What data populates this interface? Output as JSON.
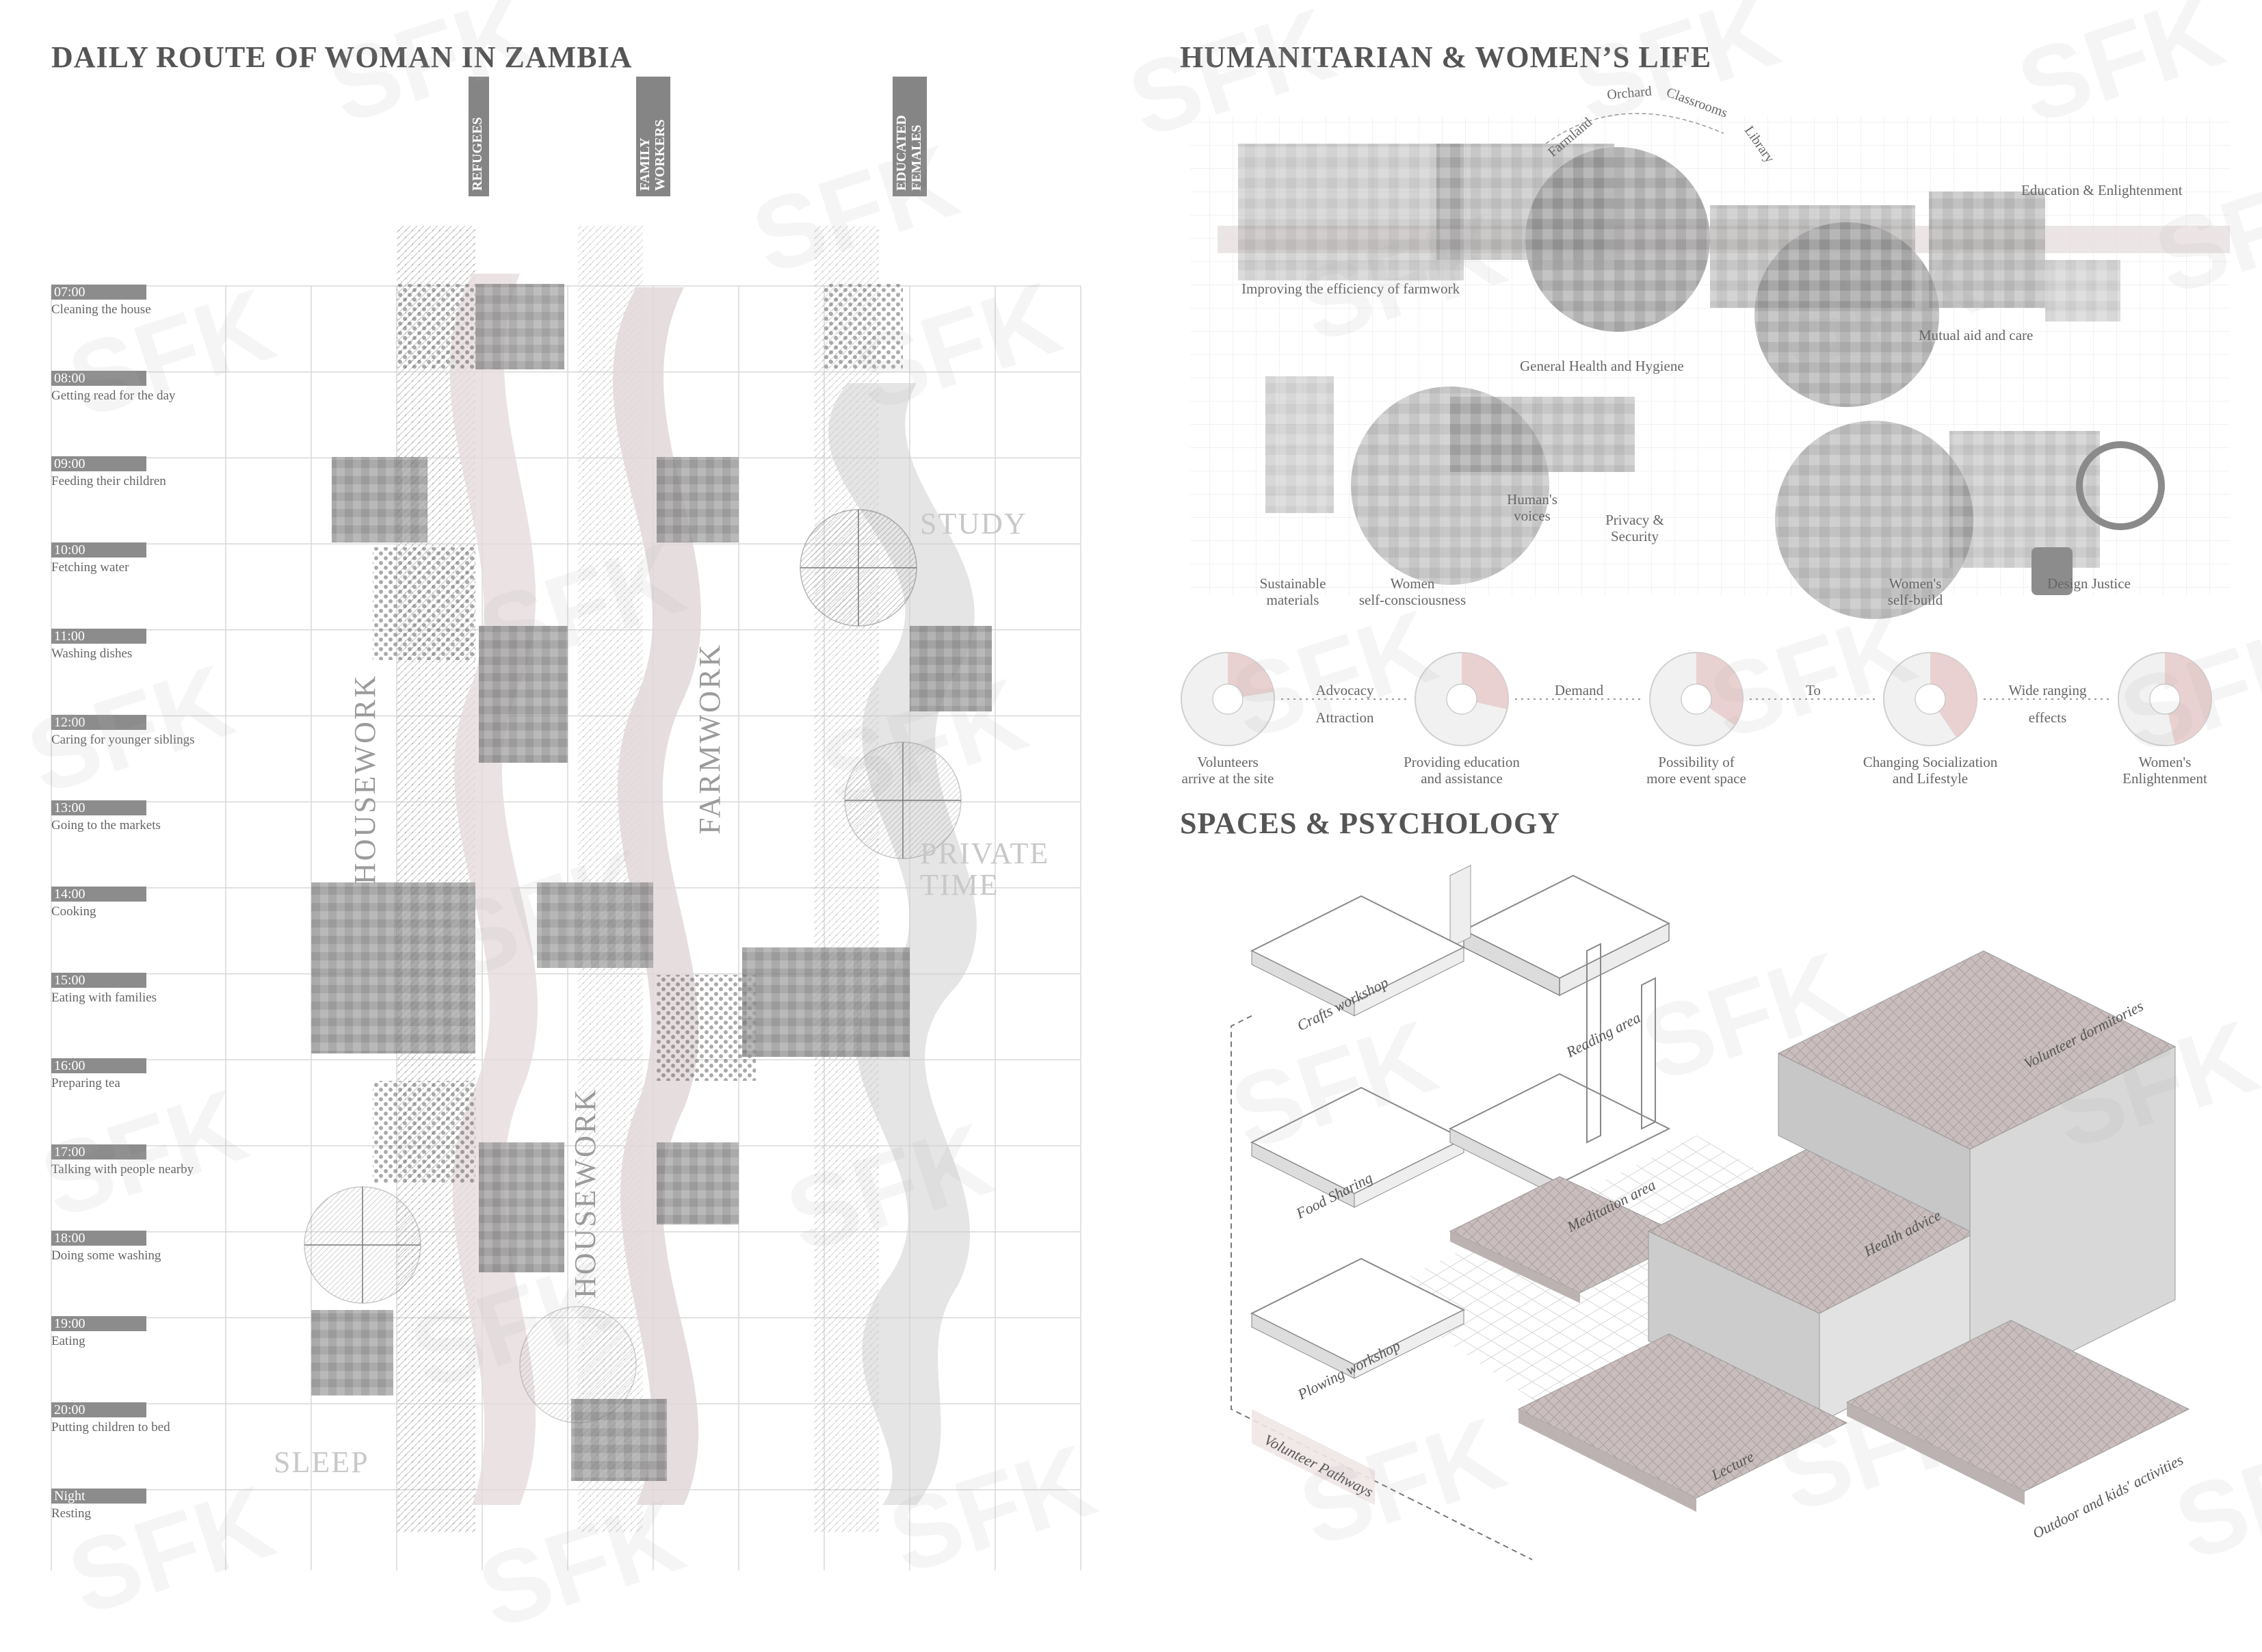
{
  "left": {
    "title": "DAILY ROUTE OF WOMAN IN ZAMBIA",
    "columns": [
      "REFUGEES",
      "FAMILY WORKERS",
      "EDUCATED FEMALES"
    ],
    "schedule": [
      {
        "time": "07:00",
        "activity": "Cleaning the house"
      },
      {
        "time": "08:00",
        "activity": "Getting read for the day"
      },
      {
        "time": "09:00",
        "activity": "Feeding their children"
      },
      {
        "time": "10:00",
        "activity": "Fetching water"
      },
      {
        "time": "11:00",
        "activity": "Washing dishes"
      },
      {
        "time": "12:00",
        "activity": "Caring for younger siblings"
      },
      {
        "time": "13:00",
        "activity": "Going to the markets"
      },
      {
        "time": "14:00",
        "activity": "Cooking"
      },
      {
        "time": "15:00",
        "activity": "Eating with families"
      },
      {
        "time": "16:00",
        "activity": "Preparing tea"
      },
      {
        "time": "17:00",
        "activity": "Talking with people nearby"
      },
      {
        "time": "18:00",
        "activity": "Doing some washing"
      },
      {
        "time": "19:00",
        "activity": "Eating"
      },
      {
        "time": "20:00",
        "activity": "Putting children to bed"
      },
      {
        "time": "Night",
        "activity": "Resting"
      }
    ],
    "labels": {
      "housework_1": "HOUSEWORK",
      "housework_2": "HOUSEWORK",
      "farmwork": "FARMWORK",
      "study": "STUDY",
      "private_1": "PRIVATE",
      "private_2": "TIME",
      "sleep": "SLEEP"
    }
  },
  "right": {
    "title_1": "HUMANITARIAN & WOMEN’S LIFE",
    "arc_labels": [
      "Farmland",
      "Orchard",
      "Classrooms",
      "Library"
    ],
    "collage_captions": {
      "farmwork": "Improving the efficiency of farmwork",
      "education": "Education & Enlightenment",
      "health": "General Health and Hygiene",
      "mutual": "Mutual aid and care",
      "voices_1": "Human's",
      "voices_2": "voices",
      "privacy_1": "Privacy &",
      "privacy_2": "Security",
      "materials_1": "Sustainable",
      "materials_2": "materials",
      "women_1": "Women",
      "women_2": "self-consciousness",
      "selfbuild_1": "Women's",
      "selfbuild_2": "self-build",
      "justice": "Design Justice"
    },
    "flow": [
      {
        "line1": "Volunteers",
        "line2": "arrive at the site"
      },
      {
        "line1": "Providing education",
        "line2": "and assistance"
      },
      {
        "line1": "Possibility of",
        "line2": "more event space"
      },
      {
        "line1": "Changing Socialization",
        "line2": "and Lifestyle"
      },
      {
        "line1": "Women's",
        "line2": "Enlightenment"
      }
    ],
    "flow_links": [
      {
        "line1": "Advocacy",
        "line2": "Attraction"
      },
      {
        "line1": "Demand",
        "line2": ""
      },
      {
        "line1": "To",
        "line2": ""
      },
      {
        "line1": "Wide ranging",
        "line2": "effects"
      }
    ],
    "title_2": "SPACES & PSYCHOLOGY",
    "spaces": {
      "crafts": "Crafts workshop",
      "reading": "Reading area",
      "food": "Food Sharing",
      "meditation": "Meditation area",
      "plowing": "Plowing workshop",
      "volunteer_path": "Volunteer Pathways",
      "lecture": "Lecture",
      "health": "Health advice",
      "dorm": "Volunteer dormitories",
      "outdoor": "Outdoor and kids' activities"
    },
    "watermark": "SFK"
  }
}
